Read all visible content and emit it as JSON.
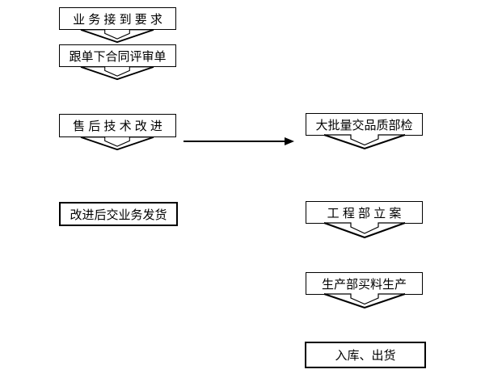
{
  "diagram": {
    "background_color": "#ffffff",
    "line_color": "#000000",
    "nodes": {
      "business_receive": {
        "label": "业 务 接 到 要 求"
      },
      "contract_review": {
        "label": "跟单下合同评审单"
      },
      "after_sales_improvement": {
        "label": "售 后 技 术 改 进"
      },
      "improved_delivery": {
        "label": "改进后交业务发货"
      },
      "mass_quality_inspection": {
        "label": "大批量交品质部检"
      },
      "engineering_filing": {
        "label": "工 程 部 立 案"
      },
      "production_buy_produce": {
        "label": "生产部买料生产"
      },
      "warehouse_shipment": {
        "label": "入库、出货"
      }
    },
    "flow": [
      {
        "from": "业务接到要求",
        "to": "跟单下合同评审单",
        "connector": "down-block-arrow"
      },
      {
        "from": "跟单下合同评审单",
        "to": "售后技术改进",
        "connector": "down-block-arrow"
      },
      {
        "from": "售后技术改进",
        "to": "改进后交业务发货",
        "connector": "down-block-arrow"
      },
      {
        "from": "售后技术改进",
        "to": "大批量交品质部检",
        "connector": "right-arrow"
      },
      {
        "from": "大批量交品质部检",
        "to": "工程部立案",
        "connector": "down-block-arrow"
      },
      {
        "from": "工程部立案",
        "to": "生产部买料生产",
        "connector": "down-block-arrow"
      },
      {
        "from": "生产部买料生产",
        "to": "入库、出货",
        "connector": "down-block-arrow"
      }
    ]
  }
}
